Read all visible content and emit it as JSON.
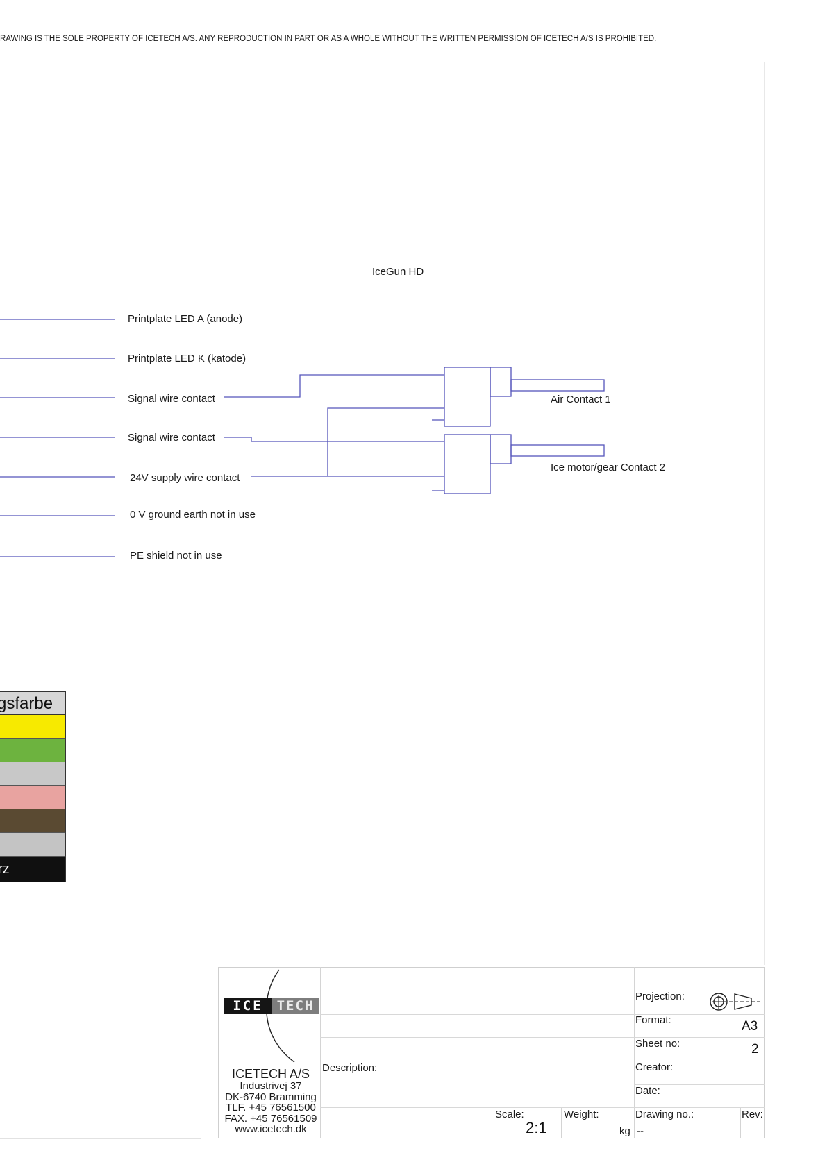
{
  "notice": "RAWING IS THE SOLE PROPERTY OF ICETECH A/S.  ANY REPRODUCTION IN PART OR AS A WHOLE WITHOUT THE WRITTEN PERMISSION OF ICETECH A/S IS PROHIBITED.",
  "diagram": {
    "title": "IceGun HD",
    "wires": [
      "Printplate LED A (anode)",
      "Printplate LED K (katode)",
      "Signal wire contact",
      "Signal wire contact",
      "24V supply wire contact",
      "0 V ground earth not in use",
      "PE shield not in use"
    ],
    "contacts": [
      "Air Contact 1",
      "Ice motor/gear Contact 2"
    ],
    "wire_color": "#5555bb"
  },
  "color_table": {
    "header": "gsfarbe",
    "rows": [
      {
        "color": "#f7ea00"
      },
      {
        "color": "#6db33f"
      },
      {
        "color": "#c8c8c8"
      },
      {
        "color": "#e8a3a0"
      },
      {
        "color": "#5a4a32"
      },
      {
        "color": "#c4c4c4"
      }
    ],
    "last_label": "rz",
    "last_color": "#101010"
  },
  "title_block": {
    "logo_part1": "ICE",
    "logo_part2": "TECH",
    "company": "ICETECH A/S",
    "address_lines": [
      "Industrivej 37",
      "DK-6740 Bramming",
      "TLF. +45 76561500",
      "FAX. +45 76561509",
      "www.icetech.dk"
    ],
    "description_label": "Description:",
    "scale_label": "Scale:",
    "scale_value": "2:1",
    "weight_label": "Weight:",
    "weight_unit": "kg",
    "projection_label": "Projection:",
    "format_label": "Format:",
    "format_value": "A3",
    "sheet_label": "Sheet no:",
    "sheet_value": "2",
    "creator_label": "Creator:",
    "date_label": "Date:",
    "drawing_no_label": "Drawing no.:",
    "drawing_no_value": "--",
    "rev_label": "Rev:",
    "projection_icon": "third-angle-projection-icon"
  }
}
